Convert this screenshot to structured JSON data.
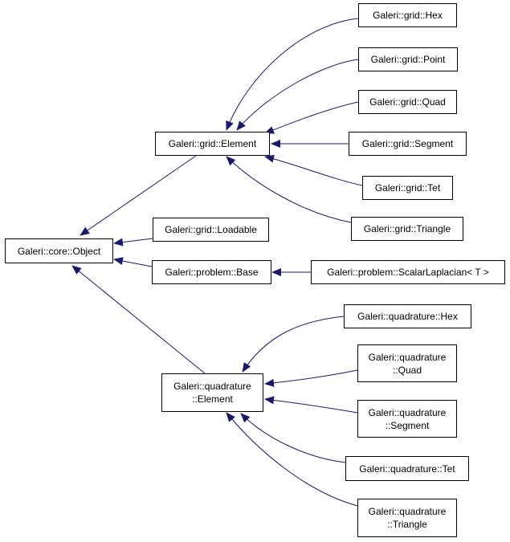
{
  "diagram": {
    "edge_color": "#191970",
    "nodes": {
      "core_object": [
        "Galeri::core::Object"
      ],
      "grid_element": [
        "Galeri::grid::Element"
      ],
      "grid_hex": [
        "Galeri::grid::Hex"
      ],
      "grid_point": [
        "Galeri::grid::Point"
      ],
      "grid_quad": [
        "Galeri::grid::Quad"
      ],
      "grid_segment": [
        "Galeri::grid::Segment"
      ],
      "grid_tet": [
        "Galeri::grid::Tet"
      ],
      "grid_triangle": [
        "Galeri::grid::Triangle"
      ],
      "grid_loadable": [
        "Galeri::grid::Loadable"
      ],
      "problem_base": [
        "Galeri::problem::Base"
      ],
      "problem_scalarlaplacian": [
        "Galeri::problem::ScalarLaplacian< T >"
      ],
      "quadrature_element": [
        "Galeri::quadrature",
        "::Element"
      ],
      "quadrature_hex": [
        "Galeri::quadrature::Hex"
      ],
      "quadrature_quad": [
        "Galeri::quadrature",
        "::Quad"
      ],
      "quadrature_segment": [
        "Galeri::quadrature",
        "::Segment"
      ],
      "quadrature_tet": [
        "Galeri::quadrature::Tet"
      ],
      "quadrature_triangle": [
        "Galeri::quadrature",
        "::Triangle"
      ]
    },
    "edges": [
      [
        "grid_element",
        "core_object"
      ],
      [
        "grid_loadable",
        "core_object"
      ],
      [
        "problem_base",
        "core_object"
      ],
      [
        "quadrature_element",
        "core_object"
      ],
      [
        "grid_hex",
        "grid_element"
      ],
      [
        "grid_point",
        "grid_element"
      ],
      [
        "grid_quad",
        "grid_element"
      ],
      [
        "grid_segment",
        "grid_element"
      ],
      [
        "grid_tet",
        "grid_element"
      ],
      [
        "grid_triangle",
        "grid_element"
      ],
      [
        "problem_scalarlaplacian",
        "problem_base"
      ],
      [
        "quadrature_hex",
        "quadrature_element"
      ],
      [
        "quadrature_quad",
        "quadrature_element"
      ],
      [
        "quadrature_segment",
        "quadrature_element"
      ],
      [
        "quadrature_tet",
        "quadrature_element"
      ],
      [
        "quadrature_triangle",
        "quadrature_element"
      ]
    ]
  }
}
